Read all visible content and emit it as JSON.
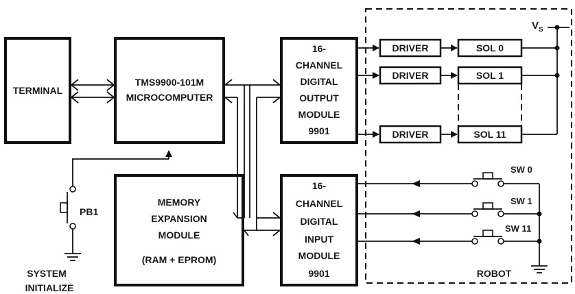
{
  "blocks": {
    "terminal": "TERMINAL",
    "micro_line1": "TMS9900-101M",
    "micro_line2": "MICROCOMPUTER",
    "memory_line1": "MEMORY",
    "memory_line2": "EXPANSION",
    "memory_line3": "MODULE",
    "memory_line4": "(RAM + EPROM)",
    "output_line1": "16-",
    "output_line2": "CHANNEL",
    "output_line3": "DIGITAL",
    "output_line4": "OUTPUT",
    "output_line5": "MODULE",
    "output_line6": "9901",
    "input_line1": "16-",
    "input_line2": "CHANNEL",
    "input_line3": "DIGITAL",
    "input_line4": "INPUT",
    "input_line5": "MODULE",
    "input_line6": "9901"
  },
  "drivers": [
    "DRIVER",
    "DRIVER",
    "DRIVER"
  ],
  "solenoids": [
    "SOL 0",
    "SOL 1",
    "SOL 11"
  ],
  "switches": [
    "SW 0",
    "SW 1",
    "SW 11"
  ],
  "pb1": "PB1",
  "system_init_line1": "SYSTEM",
  "system_init_line2": "INITIALIZE",
  "vs": "V",
  "vs_sub": "S",
  "robot": "ROBOT"
}
